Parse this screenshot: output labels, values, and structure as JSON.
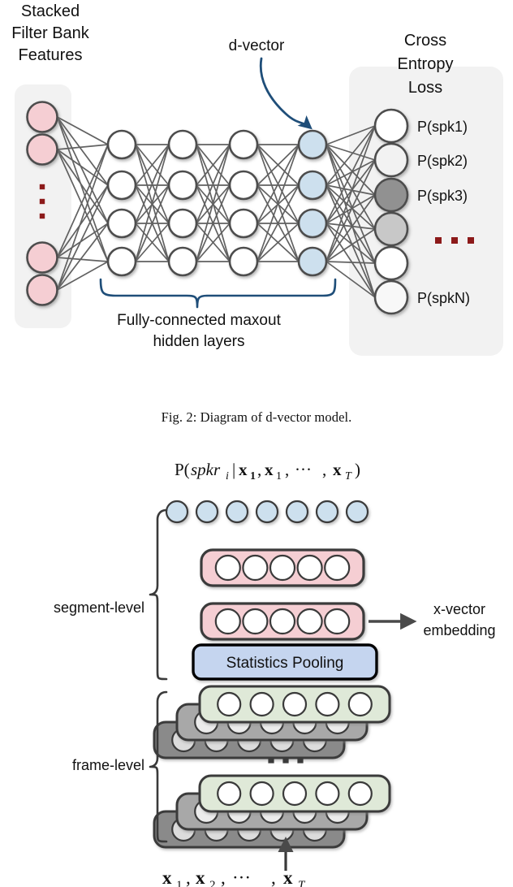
{
  "figure1": {
    "input_label": [
      "Stacked",
      "Filter Bank",
      "Features"
    ],
    "dvector_label": "d-vector",
    "loss_label": [
      "Cross",
      "Entropy",
      "Loss"
    ],
    "hidden_label": [
      "Fully-connected maxout",
      "hidden layers"
    ],
    "output_labels": [
      "P(spk1)",
      "P(spk2)",
      "P(spk3)",
      "P(spkN)"
    ],
    "output_ellipsis": "...",
    "input_ellipsis": "⋮",
    "counts": {
      "input_nodes": 4,
      "hidden_layers": 3,
      "hidden_nodes_per_layer": 4,
      "dvector_nodes": 4,
      "output_nodes": 6
    },
    "colors": {
      "input_node": "#f5ced3",
      "hidden_node": "#ffffff",
      "dvector_node": "#cde0ee",
      "node_stroke": "#4d4d4d",
      "edge": "#595959",
      "panel_bg": "#f2f2f2",
      "brace": "#1f4e79",
      "arrow": "#1f4e79",
      "dots": "#8c1a1a"
    },
    "output_node_fills": [
      "#ffffff",
      "#f2f2f2",
      "#919191",
      "#c8c8c8",
      "#ffffff",
      "#f8f8f8"
    ]
  },
  "caption": "Fig. 2: Diagram of d-vector model.",
  "figure2": {
    "top_formula": "P(spkr_i|x_1, x_1, ··· , x_T)",
    "bottom_formula": "x_1, x_2, ··· , x_T",
    "segment_level_label": "segment-level",
    "frame_level_label": "frame-level",
    "pooling_label": "Statistics Pooling",
    "xvector_label": [
      "x-vector",
      "embedding"
    ],
    "frame_ellipsis": "...",
    "counts": {
      "output_circles": 7,
      "pink_rows": 2,
      "circles_per_pink_row": 5,
      "frame_stacks": 2,
      "circles_per_frame_row": 5,
      "stack_depth": 3
    },
    "colors": {
      "output_circle": "#cde0ee",
      "pink_box": "#f5ced3",
      "green_box": "#dfe9d8",
      "pool_box": "#c5d5ef",
      "gray_mid": "#a8a8a8",
      "gray_back": "#8a8a8a",
      "stroke": "#3a3a3a",
      "brace": "#3a3a3a"
    }
  }
}
